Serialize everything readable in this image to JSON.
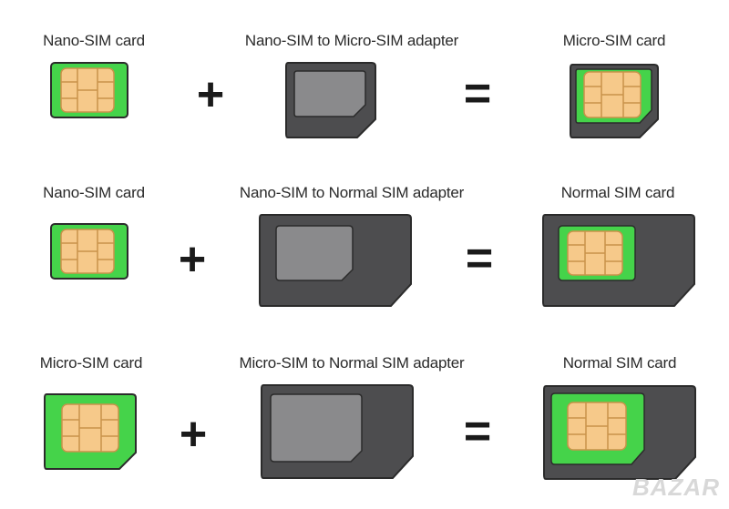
{
  "rows": [
    {
      "left_label": "Nano-SIM card",
      "adapter_label": "Nano-SIM to Micro-SIM adapter",
      "result_label": "Micro-SIM card",
      "plus": "+",
      "equals": "="
    },
    {
      "left_label": "Nano-SIM card",
      "adapter_label": "Nano-SIM to Normal SIM adapter",
      "result_label": "Normal SIM card",
      "plus": "+",
      "equals": "="
    },
    {
      "left_label": "Micro-SIM card",
      "adapter_label": "Micro-SIM to Normal SIM adapter",
      "result_label": "Normal SIM card",
      "plus": "+",
      "equals": "="
    }
  ],
  "watermark": "BAZAR",
  "colors": {
    "adapter": "#4d4d4f",
    "slot": "#8a8a8c",
    "sim_green": "#45d34a",
    "chip": "#f6c98a",
    "chip_line": "#c9934a",
    "outline": "#2b2b2b"
  }
}
